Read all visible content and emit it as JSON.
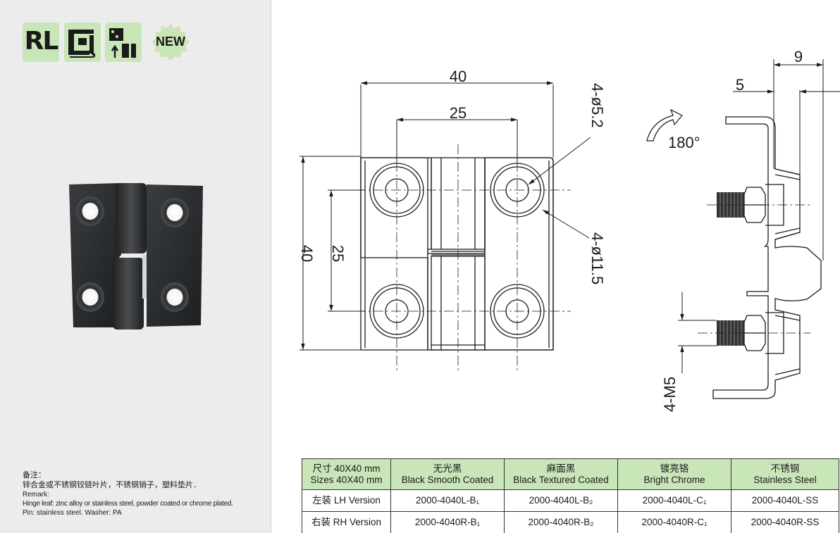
{
  "badges": {
    "rl": "RL",
    "mount_icon": "surface-mount-icon",
    "hinge_icon": "hinge-leaf-icon",
    "new": "NEW",
    "color": "#c9e6b8"
  },
  "top_right_fragment": "",
  "drawing": {
    "width_40": "40",
    "width_25": "25",
    "height_40": "40",
    "height_25": "25",
    "hole_small": "4-ø5.2",
    "hole_large": "4-ø11.5",
    "rotation": "180°",
    "side_9": "9",
    "side_5": "5",
    "thread": "4-M5"
  },
  "remarks": {
    "title": "备注：",
    "cn": "锌合金或不锈钢铰链叶片，不锈钢销子，塑料垫片．",
    "en_title": "Remark:",
    "en_line1": "Hinge leaf: zinc alloy or stainless steel, powder coated or chrome plated.",
    "en_line2": "Pin: stainless steel.  Washer: PA"
  },
  "table": {
    "header": [
      {
        "cn": "尺寸 40X40 mm",
        "en": "Sizes 40X40 mm"
      },
      {
        "cn": "无光黑",
        "en": "Black Smooth Coated"
      },
      {
        "cn": "麻面黑",
        "en": "Black Textured Coated"
      },
      {
        "cn": "镀亮铬",
        "en": "Bright Chrome"
      },
      {
        "cn": "不锈钢",
        "en": "Stainless Steel"
      }
    ],
    "rows": [
      [
        "左装 LH Version",
        "2000-4040L-B₁",
        "2000-4040L-B₂",
        "2000-4040L-C₁",
        "2000-4040L-SS"
      ],
      [
        "右装 RH Version",
        "2000-4040R-B₁",
        "2000-4040R-B₂",
        "2000-4040R-C₁",
        "2000-4040R-SS"
      ]
    ],
    "header_color": "#c9e6b8"
  }
}
